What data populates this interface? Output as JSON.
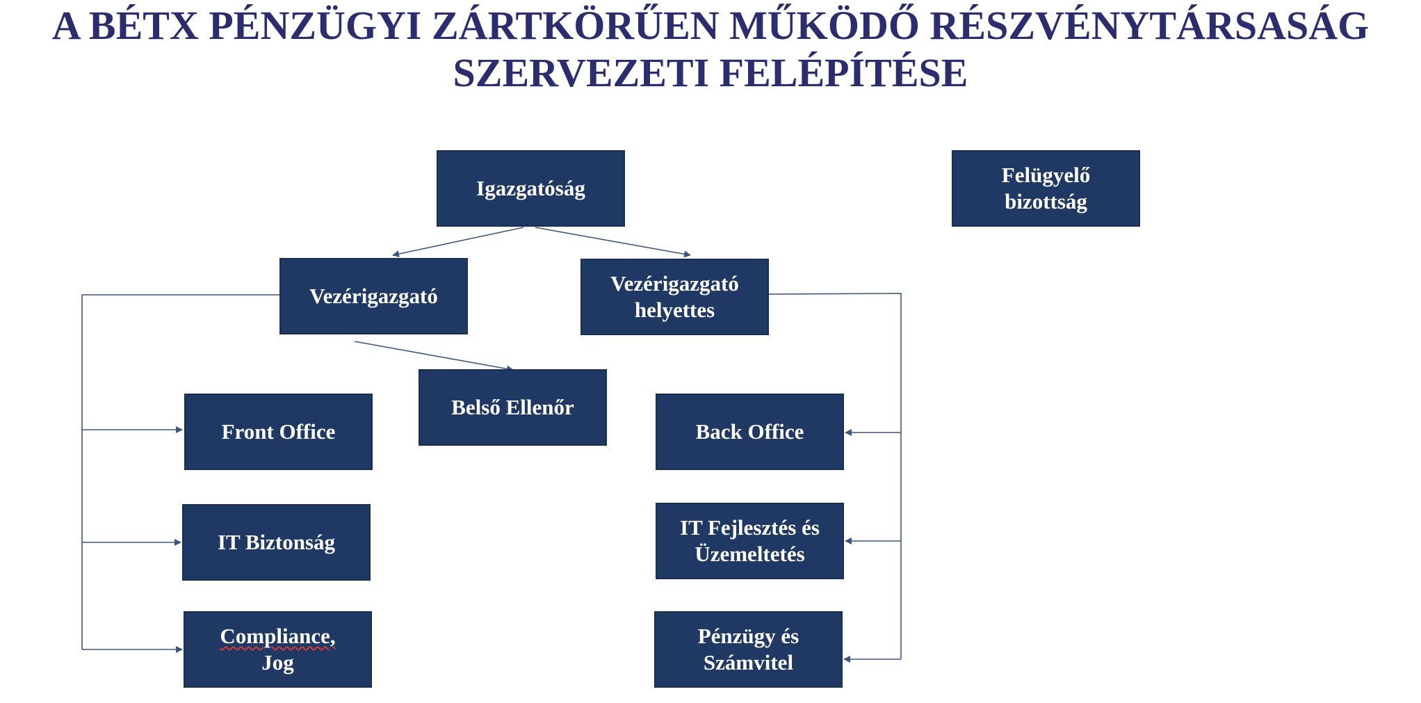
{
  "title": {
    "line1": "A BÉTX PÉNZÜGYI ZÁRTKÖRŰEN MŰKÖDŐ RÉSZVÉNYTÁRSASÁG",
    "line2": "SZERVEZETI FELÉPÍTÉSE"
  },
  "nodes": {
    "igazgatosag": {
      "label": "Igazgatóság"
    },
    "felugyelo": {
      "line1": "Felügyelő",
      "line2": "bizottság"
    },
    "vezerigazgato": {
      "label": "Vezérigazgató"
    },
    "vezerigazgato_helyettes": {
      "line1": "Vezérigazgató",
      "line2": "helyettes"
    },
    "belso_ellenor": {
      "label": "Belső Ellenőr"
    },
    "front_office": {
      "label": "Front Office"
    },
    "it_biztonsag": {
      "label": "IT Biztonság"
    },
    "compliance": {
      "line1": "Compliance,",
      "line2": "Jog"
    },
    "back_office": {
      "label": "Back Office"
    },
    "it_fejlesztes": {
      "line1": "IT Fejlesztés és",
      "line2": "Üzemeltetés"
    },
    "penzugy": {
      "line1": "Pénzügy és",
      "line2": "Számvitel"
    }
  },
  "colors": {
    "title": "#2b2d6e",
    "box_fill": "#1f3864",
    "box_text": "#ffffff",
    "connector": "#3b5583"
  }
}
